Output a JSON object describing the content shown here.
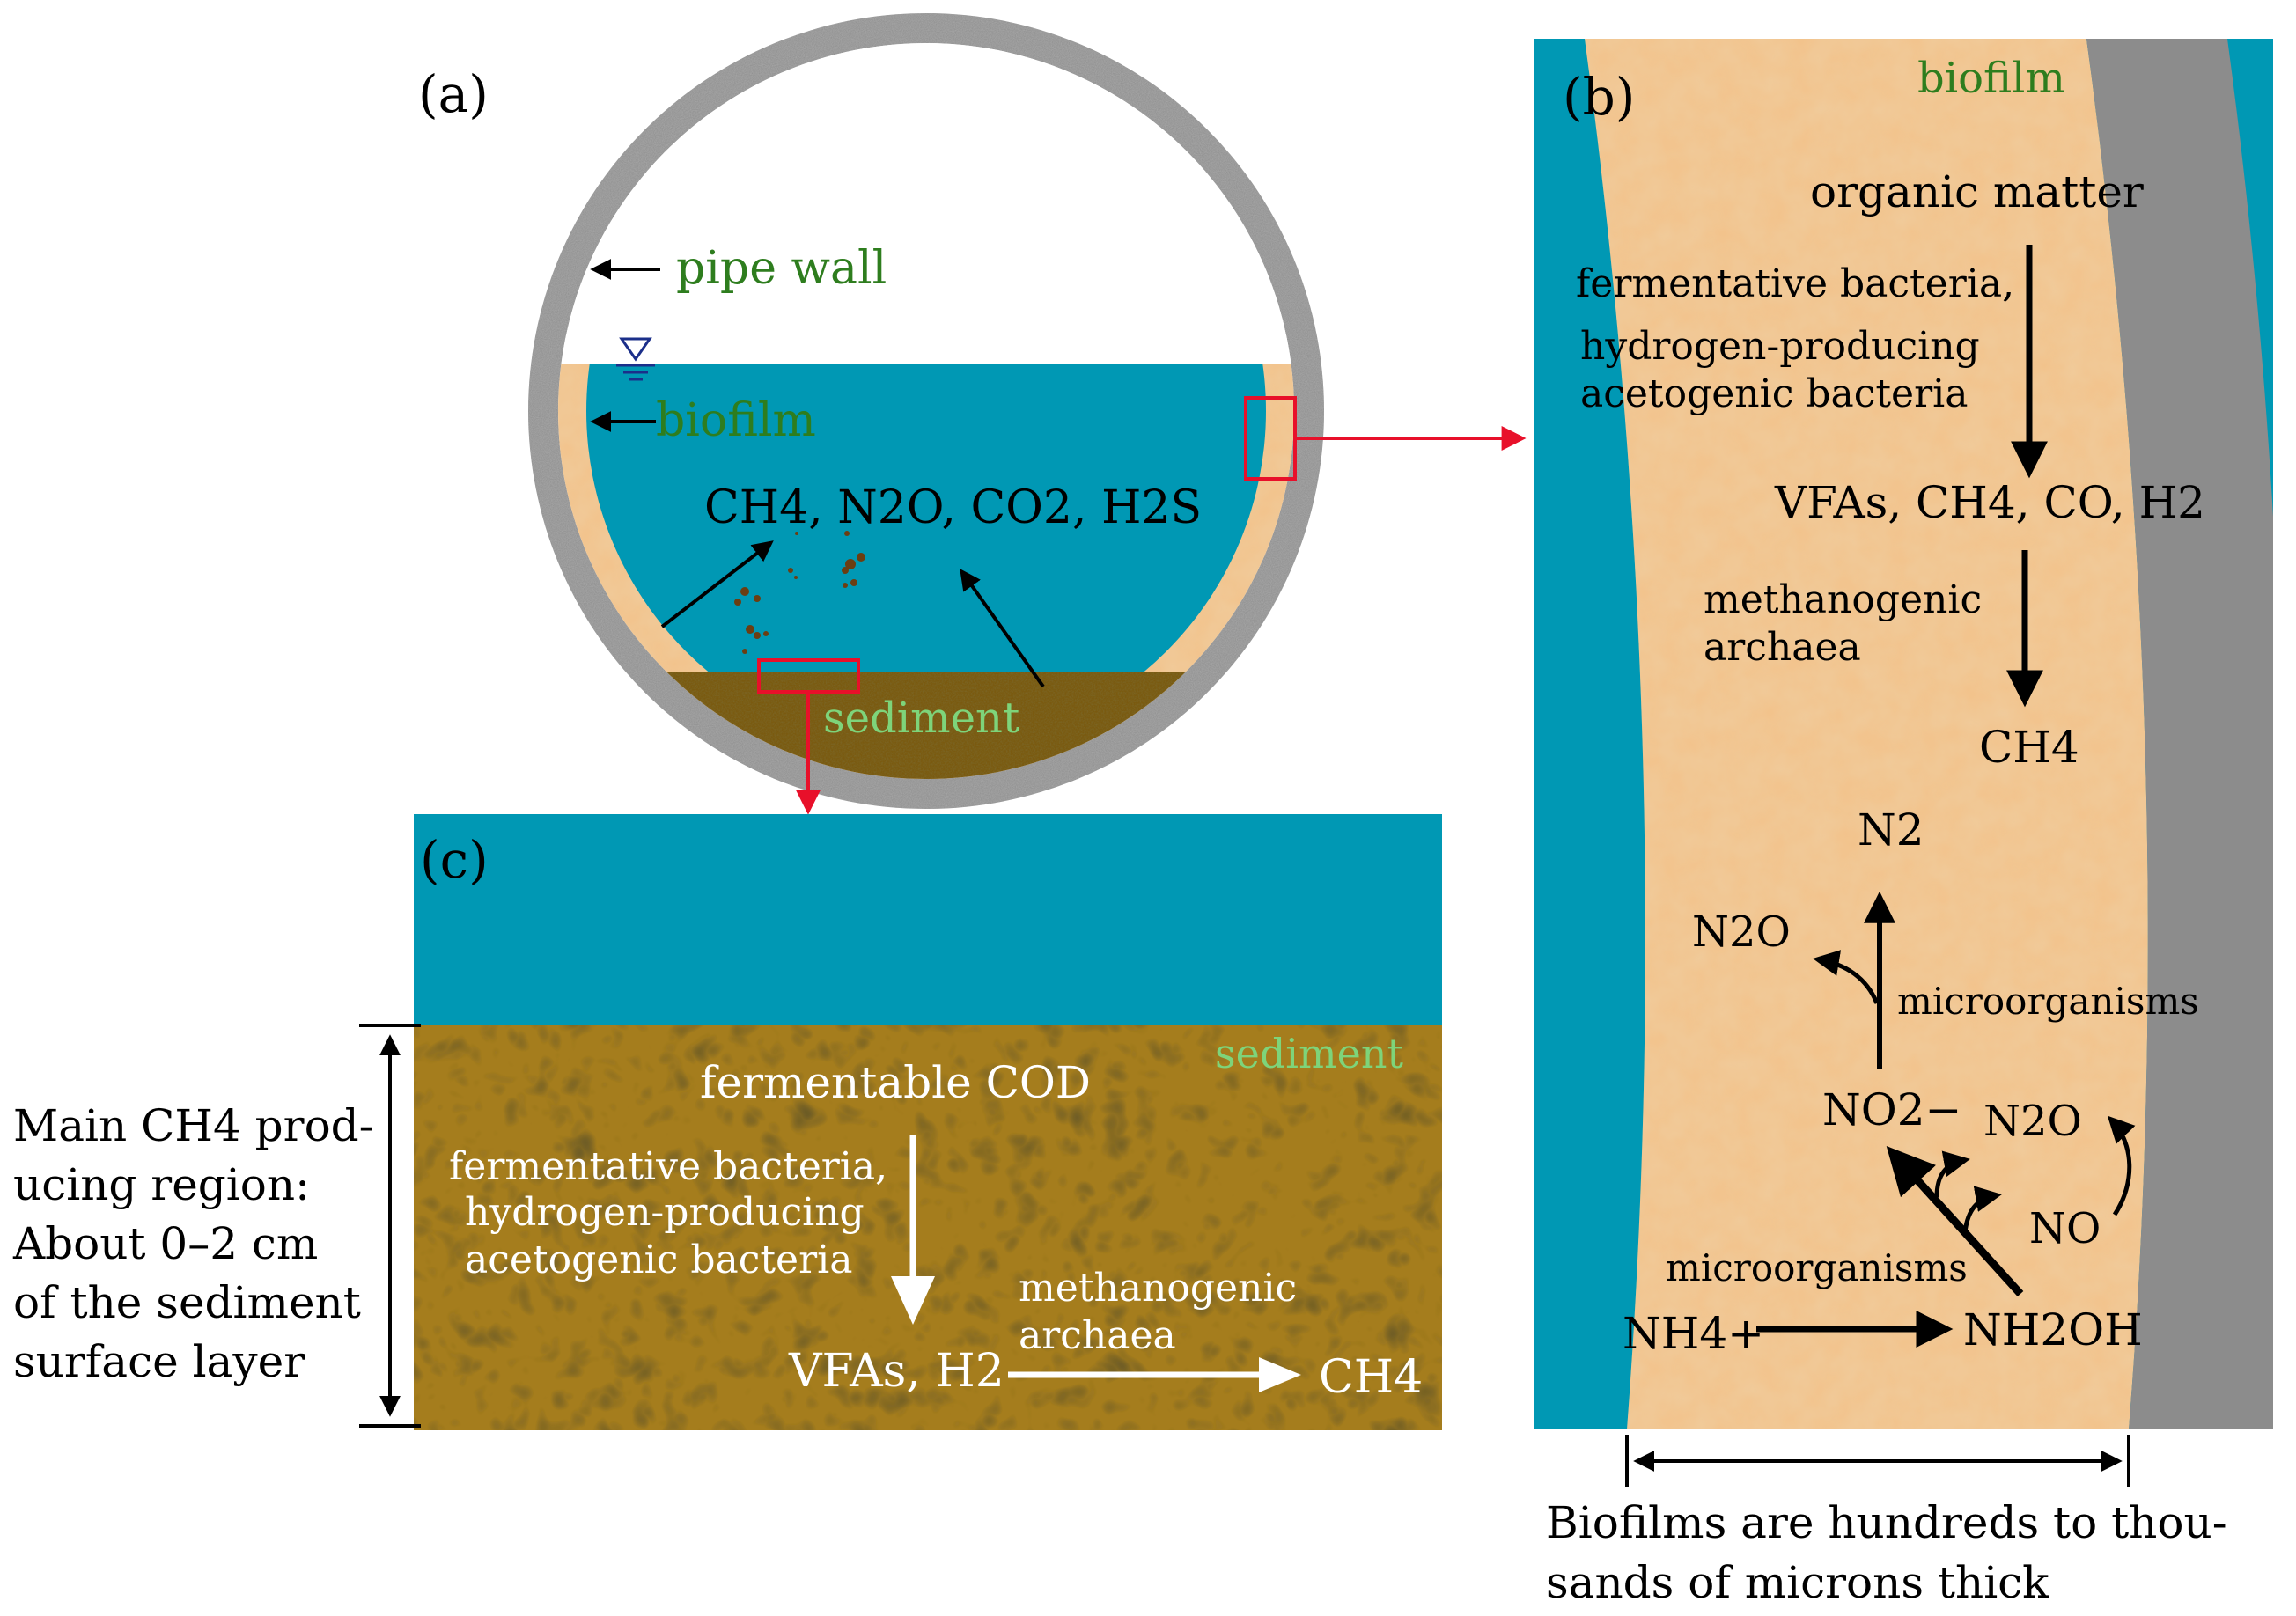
{
  "panel_a": {
    "label": "(a)",
    "pipe_wall_label": "pipe wall",
    "biofilm_label": "biofilm",
    "gases_label": "CH4, N2O, CO2, H2S",
    "sediment_label": "sediment"
  },
  "panel_b": {
    "label": "(b)",
    "biofilm_label": "biofilm",
    "organic_matter": "organic matter",
    "fermentative_line1": "fermentative bacteria,",
    "fermentative_line2": "hydrogen-producing",
    "fermentative_line3": "acetogenic bacteria",
    "products": "VFAs, CH4, CO, H2",
    "methanogenic_line1": "methanogenic",
    "methanogenic_line2": "archaea",
    "ch4": "CH4",
    "n2": "N2",
    "n2o_top": "N2O",
    "microorganisms_top": "microorganisms",
    "no2": "NO2−",
    "n2o_right": "N2O",
    "no": "NO",
    "microorganisms_bottom": "microorganisms",
    "nh4": "NH4+",
    "nh2oh": "NH2OH",
    "thickness_line1": "Biofilms are hundreds to thou-",
    "thickness_line2": "sands of microns thick"
  },
  "panel_c": {
    "label": "(c)",
    "sediment_label": "sediment",
    "fermentable": "fermentable COD",
    "fermentative_line1": "fermentative bacteria,",
    "fermentative_line2": "hydrogen-producing",
    "fermentative_line3": "acetogenic bacteria",
    "methanogenic_line1": "methanogenic",
    "methanogenic_line2": "archaea",
    "vfas": "VFAs, H2",
    "ch4": "CH4",
    "region_line1": "Main CH4 prod-",
    "region_line2": "ucing region:",
    "region_line3": "About 0–2 cm",
    "region_line4": "of the sediment",
    "region_line5": "surface layer"
  },
  "colors": {
    "water": "#0098B4",
    "biofilm": "#F2C38C",
    "sediment": "#7A5A10",
    "pipe_wall": "#8C8C8C",
    "green_label": "#2E7D1E",
    "red_box": "#E8102A"
  }
}
